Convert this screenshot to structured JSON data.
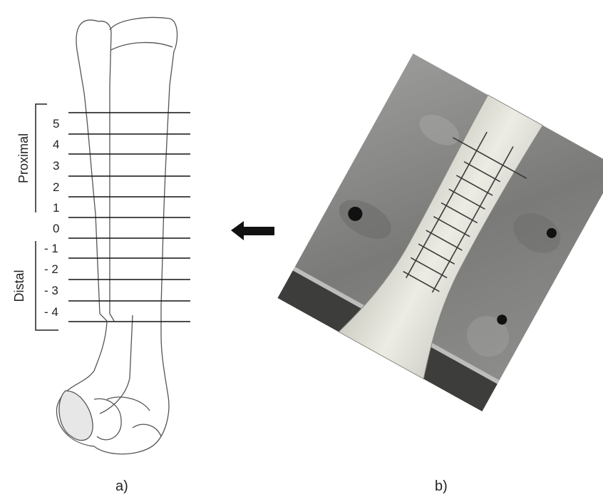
{
  "panel_a": {
    "caption": "a)",
    "levels": [
      "5",
      "4",
      "3",
      "2",
      "1",
      "0",
      "- 1",
      "- 2",
      "- 3",
      "- 4"
    ],
    "proximal_label": "Proximal",
    "distal_label": "Distal"
  },
  "panel_b": {
    "caption": "b)"
  },
  "arrow_icon": "left-arrow-icon",
  "colors": {
    "line": "#111111",
    "bone_outline": "#555555",
    "photo_dark": "#6f6f6f",
    "photo_light": "#d8d8d0"
  }
}
